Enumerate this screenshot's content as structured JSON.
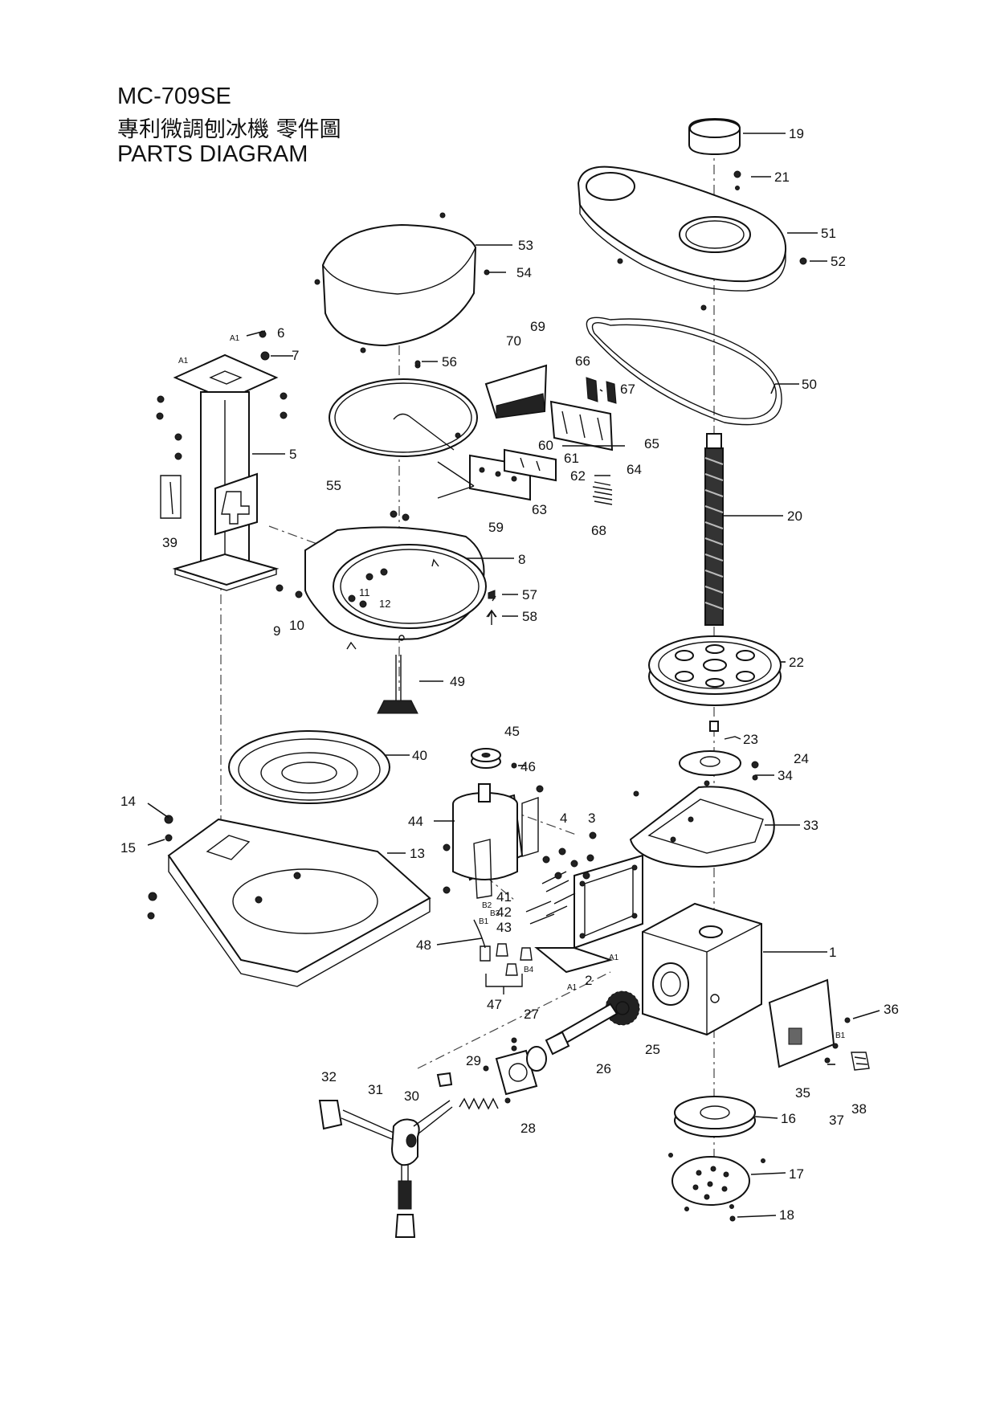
{
  "header": {
    "model": "MC-709SE",
    "title_zh": "專利微調刨冰機 零件圖",
    "title_en": "PARTS DIAGRAM"
  },
  "callouts": [
    "1",
    "2",
    "3",
    "4",
    "5",
    "6",
    "7",
    "8",
    "9",
    "10",
    "11",
    "12",
    "13",
    "14",
    "15",
    "16",
    "17",
    "18",
    "19",
    "20",
    "21",
    "22",
    "23",
    "24",
    "25",
    "26",
    "27",
    "28",
    "29",
    "30",
    "31",
    "32",
    "33",
    "34",
    "35",
    "36",
    "37",
    "38",
    "39",
    "40",
    "41",
    "42",
    "43",
    "44",
    "45",
    "46",
    "47",
    "48",
    "49",
    "50",
    "51",
    "52",
    "53",
    "54",
    "55",
    "56",
    "57",
    "58",
    "59",
    "60",
    "61",
    "62",
    "63",
    "64",
    "65",
    "66",
    "67",
    "68",
    "69",
    "70"
  ],
  "sub_marks": [
    "A1",
    "A1",
    "A1",
    "A1",
    "B1",
    "B2",
    "B3",
    "B4",
    "B1"
  ]
}
